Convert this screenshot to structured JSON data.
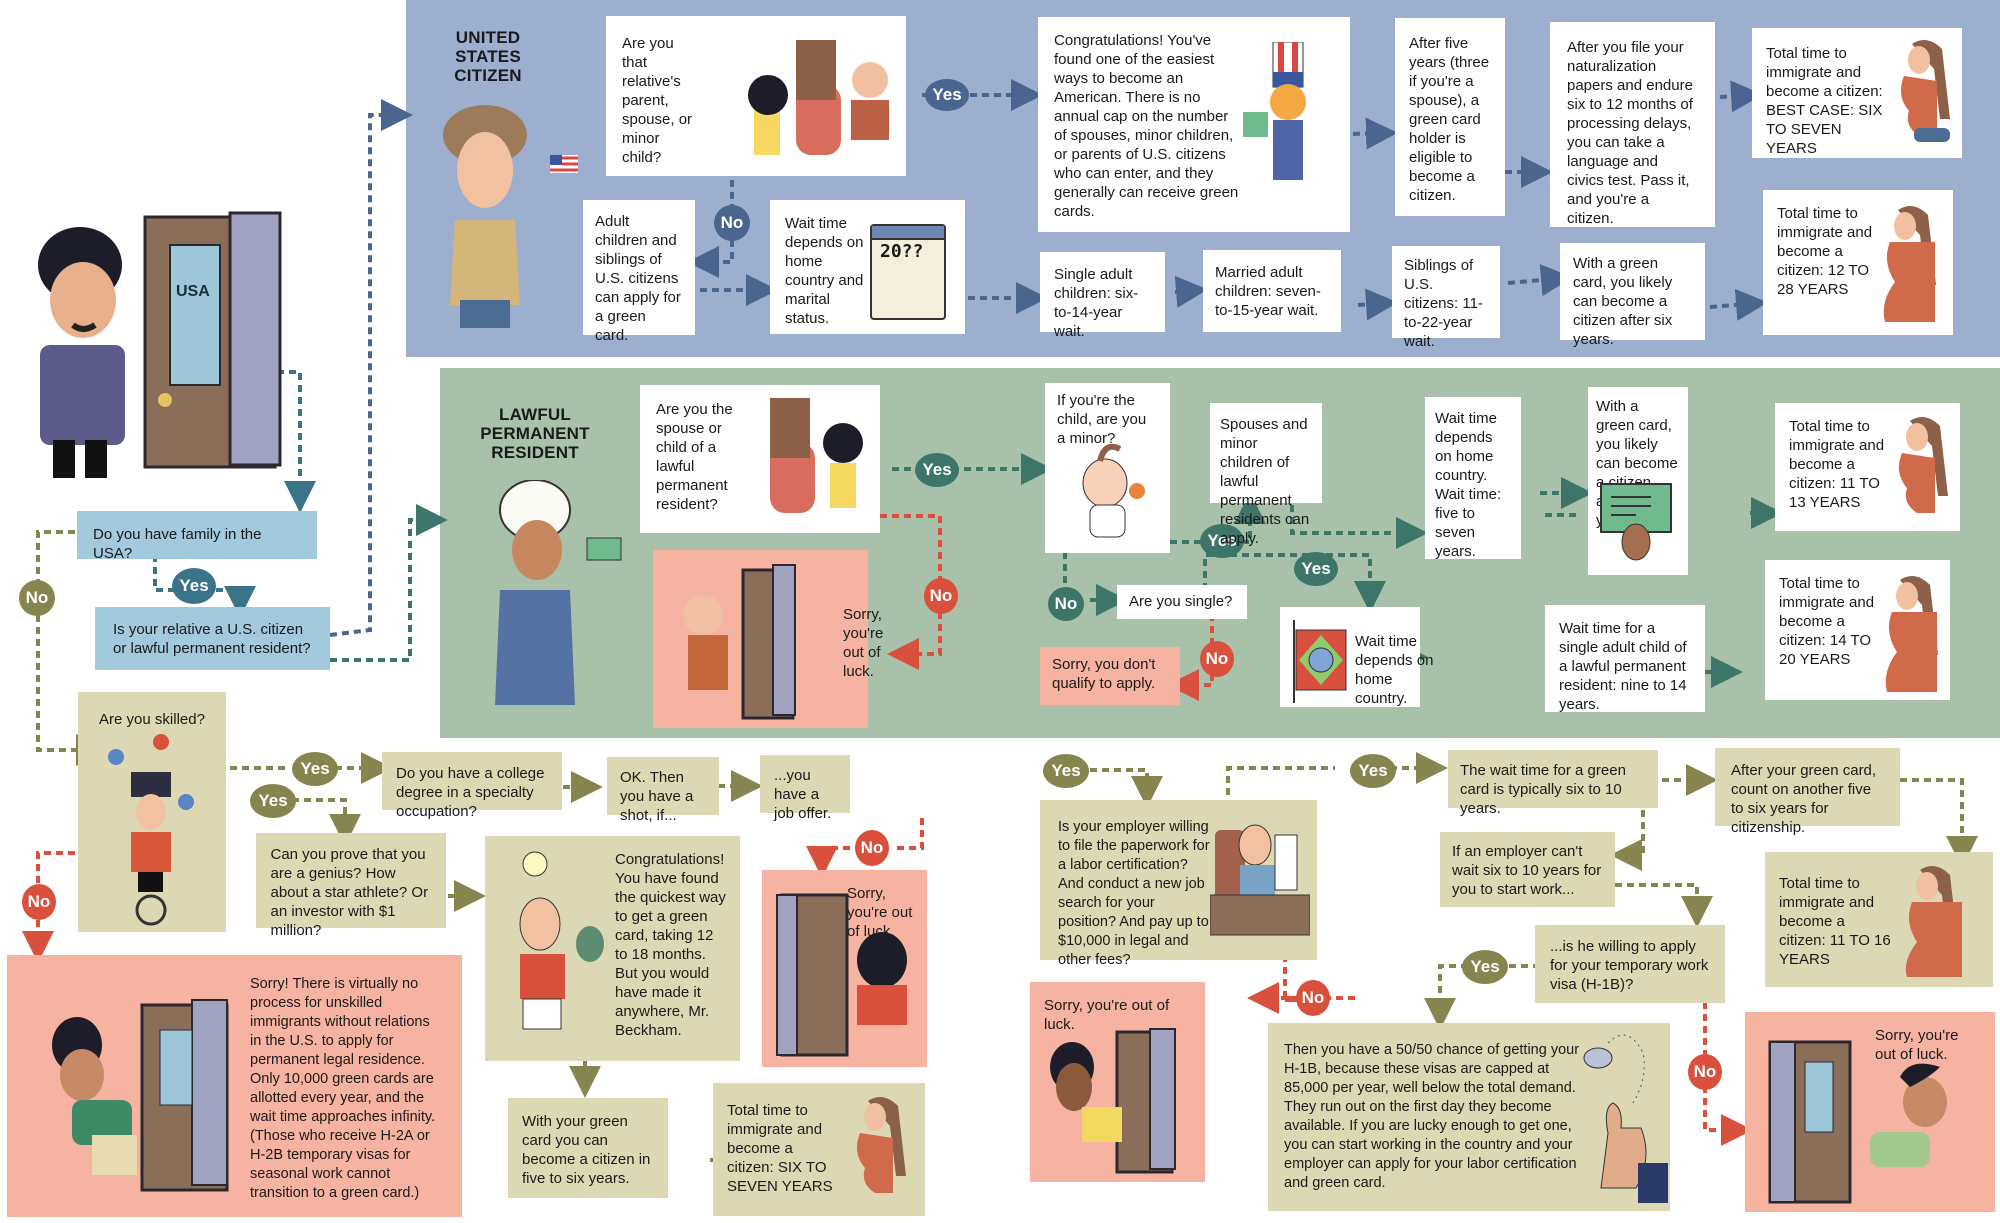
{
  "title": "How to immigrate to the United States",
  "start": {
    "q_family": "Do you have family in the USA?",
    "q_relative": "Is your relative a U.S. citizen or lawful permanent resident?",
    "door_label": "USA"
  },
  "badges": {
    "yes": "Yes",
    "no": "No"
  },
  "colors": {
    "us_panel": "#9eaecf",
    "lpr_panel": "#a9c1aa",
    "skilled_box": "#ddd8b4",
    "sorry_box": "#f7b3a1",
    "question_box": "#a3c9dc",
    "yes_blue": "#4a6590",
    "yes_green": "#3d7568",
    "no_red": "#d9503c",
    "olive": "#868550"
  },
  "us_citizen": {
    "heading": "UNITED STATES CITIZEN",
    "q_parent": "Are you that relative's parent, spouse, or minor child?",
    "congrats": "Congratulations! You've found one of the easiest ways to become an American. There is no annual cap on the number of spouses, minor children, or parents of U.S. citizens who can enter, and they generally can receive green cards.",
    "after_five": "After five years (three if you're a spouse), a green card holder is eligible to become a citizen.",
    "naturalization": "After you file your naturalization papers and endure six to 12 months of processing delays, you can take a language and civics test. Pass it, and you're a citizen.",
    "total_best": "Total time to immigrate and become a citizen: BEST CASE: SIX TO SEVEN YEARS",
    "adult_children": "Adult children and siblings of U.S. citizens can apply for a green card.",
    "wait_depends": "Wait time depends on home country and marital status.",
    "calendar_label": "20??",
    "single_adult": "Single adult children: six-to-14-year wait.",
    "married_adult": "Married adult children: seven-to-15-year wait.",
    "siblings": "Siblings of U.S. citizens: 11-to-22-year wait.",
    "green_card_six": "With a green card, you likely can become a citizen after six years.",
    "total_12_28": "Total time to immigrate and become a citizen: 12 TO 28 YEARS"
  },
  "lpr": {
    "heading": "LAWFUL PERMANENT RESIDENT",
    "q_spouse": "Are you the spouse or child of a lawful permanent resident?",
    "sorry": "Sorry, you're out of luck.",
    "q_minor": "If you're the child, are you a minor?",
    "q_single": "Are you single?",
    "not_qualify": "Sorry, you don't qualify to apply.",
    "spouses_minor": "Spouses and minor children of lawful permanent residents can apply.",
    "wait_five_seven": "Wait time depends on home country. Wait time: five to seven years.",
    "green_card_six": "With a green card, you likely can become a citizen after six years.",
    "total_11_13": "Total time to immigrate and become a citizen: 11 TO 13 YEARS",
    "wait_home": "Wait time depends on home country.",
    "single_adult_child": "Wait time for a single adult child of a lawful permanent resident: nine to 14 years.",
    "total_14_20": "Total time to immigrate and become a citizen: 14 TO 20 YEARS"
  },
  "skilled": {
    "q_skilled": "Are you skilled?",
    "q_college": "Do you have a college degree in a specialty occupation?",
    "ok_shot": "OK. Then you have a shot, if...",
    "job_offer": "...you have a job offer.",
    "sorry_job": "Sorry, you're out of luck.",
    "q_genius": "Can you prove that you are a genius? How about a star athlete? Or an investor with $1 million?",
    "congrats_quick": "Congratulations! You have found the quickest way to get a green card, taking 12 to 18 months. But you would have made it anywhere, Mr. Beckham.",
    "green_five_six": "With your green card you can become a citizen in five to six years.",
    "total_six_seven": "Total time to immigrate and become a citizen: SIX TO SEVEN YEARS",
    "unskilled_sorry": "Sorry! There is virtually no process for unskilled immigrants without relations in the U.S. to apply for permanent legal residence. Only 10,000 green cards are allotted every year, and the wait time approaches infinity. (Those who receive H-2A or H-2B temporary visas for seasonal work cannot transition to a green card.)",
    "q_employer": "Is your employer willing to file the paperwork for a labor certification? And conduct a new job search for your position? And pay up to $10,000 in legal and other fees?",
    "sorry_employer": "Sorry, you're out of luck.",
    "wait_six_ten": "The wait time for a green card is typically six to 10 years.",
    "after_green": "After your green card, count on another five to six years for citizenship.",
    "employer_cant": "If an employer can't wait six to 10 years for you to start work...",
    "q_h1b": "...is he willing to apply for your temporary work visa (H-1B)?",
    "total_11_16": "Total time to immigrate and become a citizen: 11 TO 16 YEARS",
    "h1b_chance": "Then you have a 50/50 chance of getting your H-1B, because these visas are capped at 85,000 per year, well below the total demand. They run out on the first day they become available. If you are lucky enough to get one, you can start working in the country and your employer can apply for your labor certification and green card.",
    "sorry_h1b": "Sorry, you're out of luck."
  }
}
